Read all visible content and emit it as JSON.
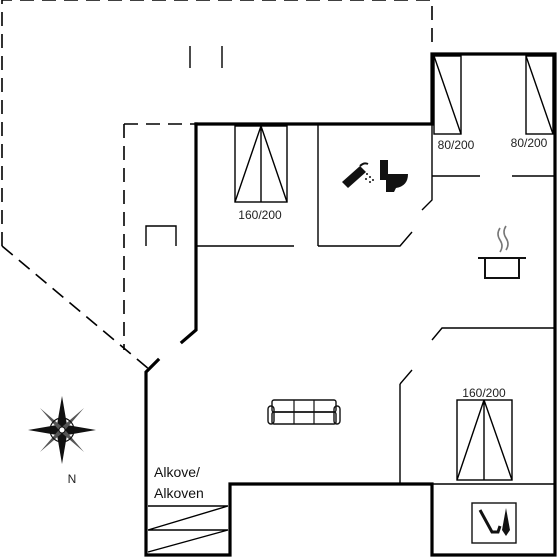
{
  "labels": {
    "bed_double_1": "160/200",
    "bed_single_1": "80/200",
    "bed_single_2": "80/200",
    "bed_double_2": "160/200",
    "alcove_line1": "Alkove/",
    "alcove_line2": "Alkoven",
    "north": "N"
  },
  "icons": [
    "shower-icon",
    "toilet-icon",
    "cooking-pot-icon",
    "sofa-icon",
    "compass-rose-icon",
    "stove-tools-icon"
  ]
}
